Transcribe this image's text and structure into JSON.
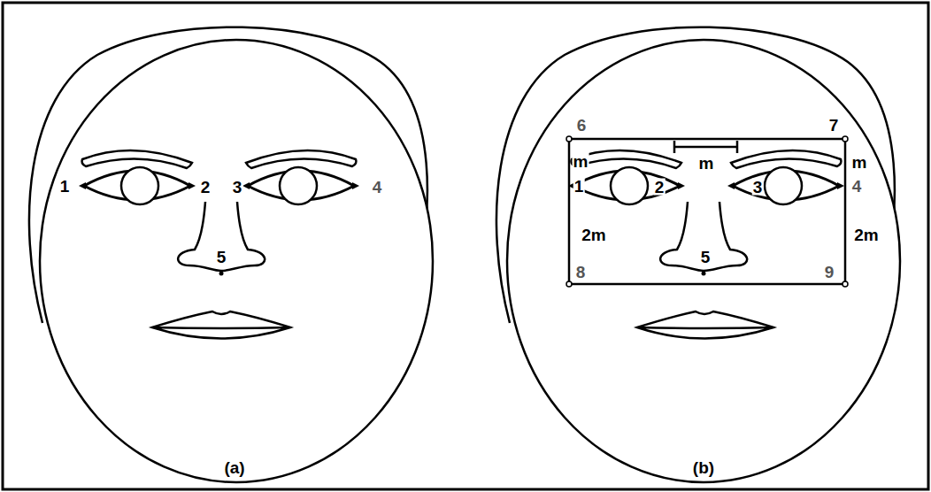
{
  "diagram": {
    "labels": [
      "1",
      "2",
      "3",
      "4",
      "5",
      "(a)",
      "6",
      "7",
      "m",
      "m",
      "m",
      "1",
      "2",
      "3",
      "4",
      "2m",
      "2m",
      "5",
      "8",
      "9",
      "(b)"
    ]
  }
}
